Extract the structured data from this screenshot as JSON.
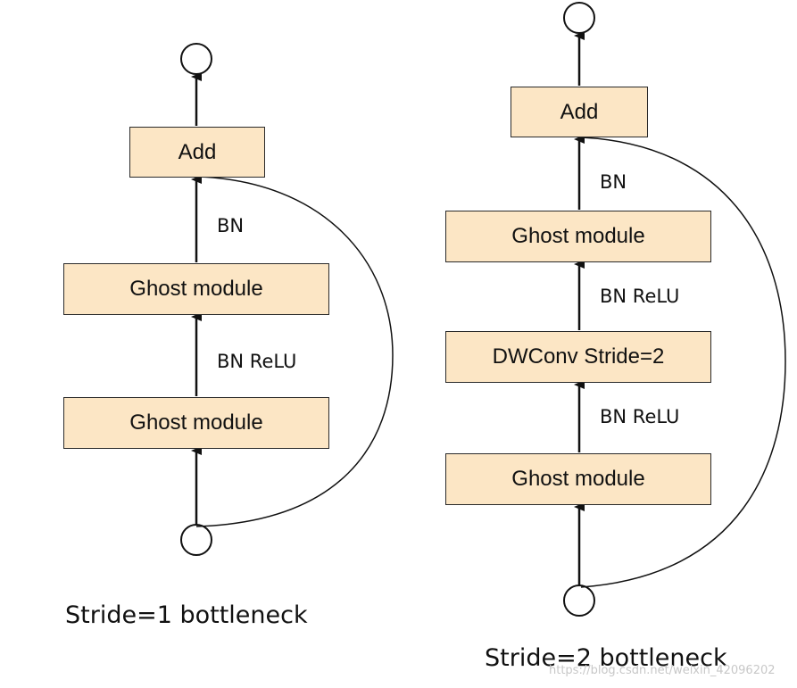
{
  "left_block": {
    "nodes": {
      "add": "Add",
      "ghost_top": "Ghost module",
      "ghost_bottom": "Ghost module"
    },
    "edge_labels": {
      "bn": "BN",
      "bn_relu": "BN ReLU"
    },
    "caption": "Stride=1 bottleneck"
  },
  "right_block": {
    "nodes": {
      "add": "Add",
      "ghost_top": "Ghost module",
      "dwconv": "DWConv Stride=2",
      "ghost_bottom": "Ghost module"
    },
    "edge_labels": {
      "bn": "BN",
      "bn_relu_upper": "BN ReLU",
      "bn_relu_lower": "BN ReLU"
    },
    "caption": "Stride=2 bottleneck"
  },
  "watermark": "https://blog.csdn.net/weixin_42096202",
  "colors": {
    "box_fill": "#fce6c5",
    "stroke": "#111111"
  }
}
